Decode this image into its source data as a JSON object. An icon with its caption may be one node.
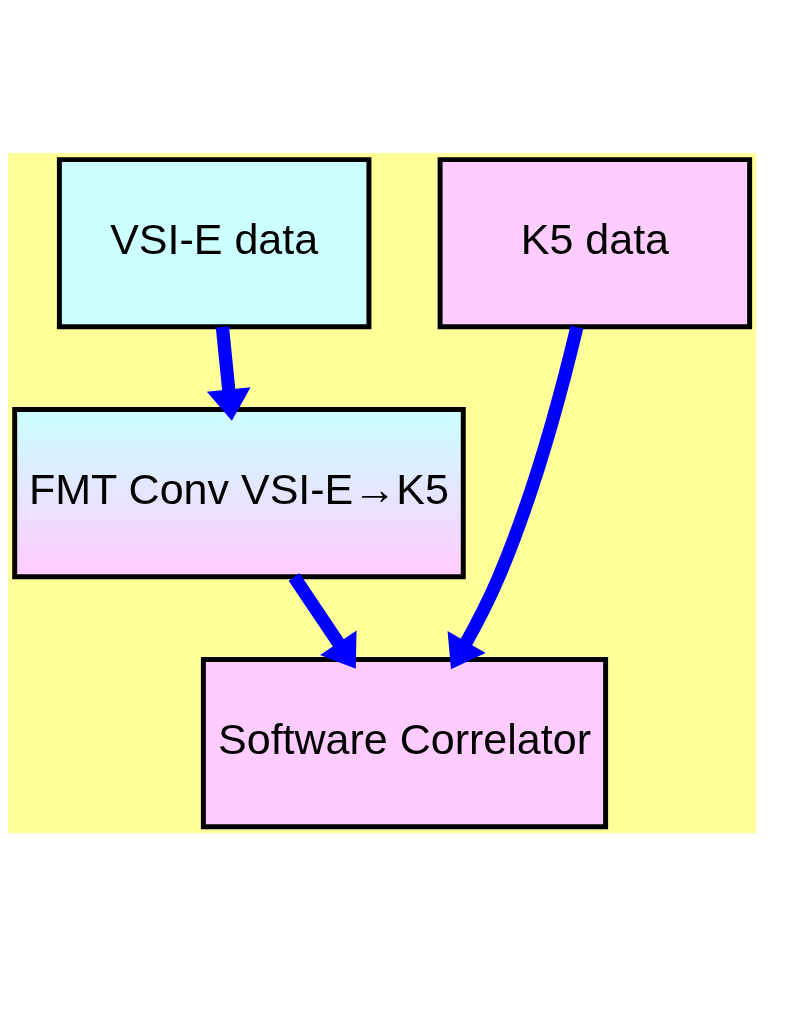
{
  "diagram": {
    "nodes": [
      {
        "text": [
          "VSI-E data"
        ]
      },
      {
        "text": [
          "K5 data"
        ]
      },
      {
        "text": [
          "FMT Conv VSI-E→K5"
        ]
      },
      {
        "text": [
          "Software Correlator"
        ]
      }
    ],
    "edges": [
      {
        "from": 0,
        "to": 2,
        "arrow": "to"
      },
      {
        "from": 2,
        "to": 3,
        "arrow": "to"
      },
      {
        "from": 1,
        "to": 3,
        "arrow": "to"
      }
    ]
  }
}
